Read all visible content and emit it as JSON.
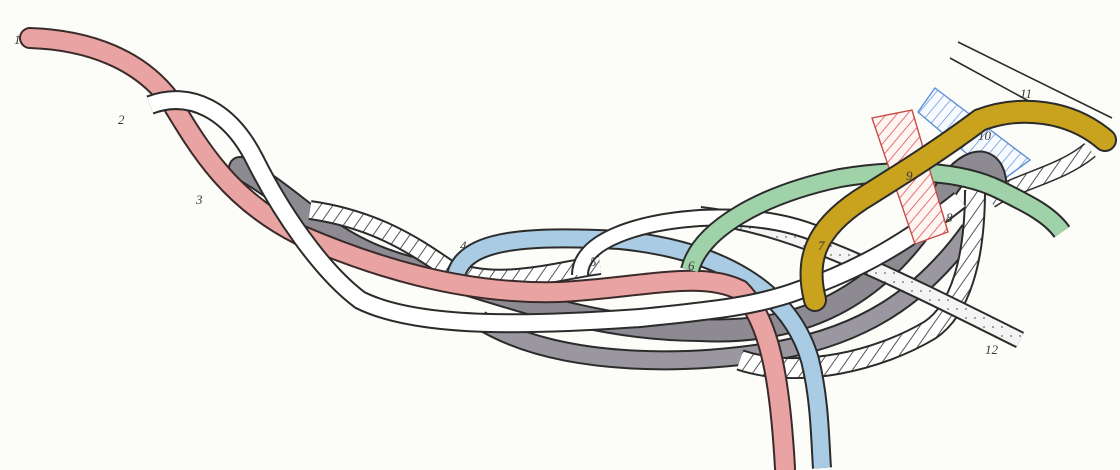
{
  "figure": {
    "labels": [
      {
        "id": "s1",
        "text": "1"
      },
      {
        "id": "s2",
        "text": "2"
      },
      {
        "id": "s3",
        "text": "3"
      },
      {
        "id": "s4",
        "text": "4"
      },
      {
        "id": "s5",
        "text": "5"
      },
      {
        "id": "s6",
        "text": "6"
      },
      {
        "id": "s7",
        "text": "7"
      },
      {
        "id": "s8",
        "text": "8"
      },
      {
        "id": "s9",
        "text": "9"
      },
      {
        "id": "s10",
        "text": "10"
      },
      {
        "id": "s11",
        "text": "11"
      },
      {
        "id": "s12",
        "text": "12"
      }
    ],
    "strand_colors": {
      "pink": "#e9a3a3",
      "white": "#ffffff",
      "gray": "#8d8a92",
      "blue": "#a9cbe3",
      "green": "#9fd2a8",
      "yellow": "#c9a21e",
      "red_hatch": "#d9534f",
      "blue_hatch": "#5b8fd6",
      "outline": "#2b2b2b"
    }
  }
}
